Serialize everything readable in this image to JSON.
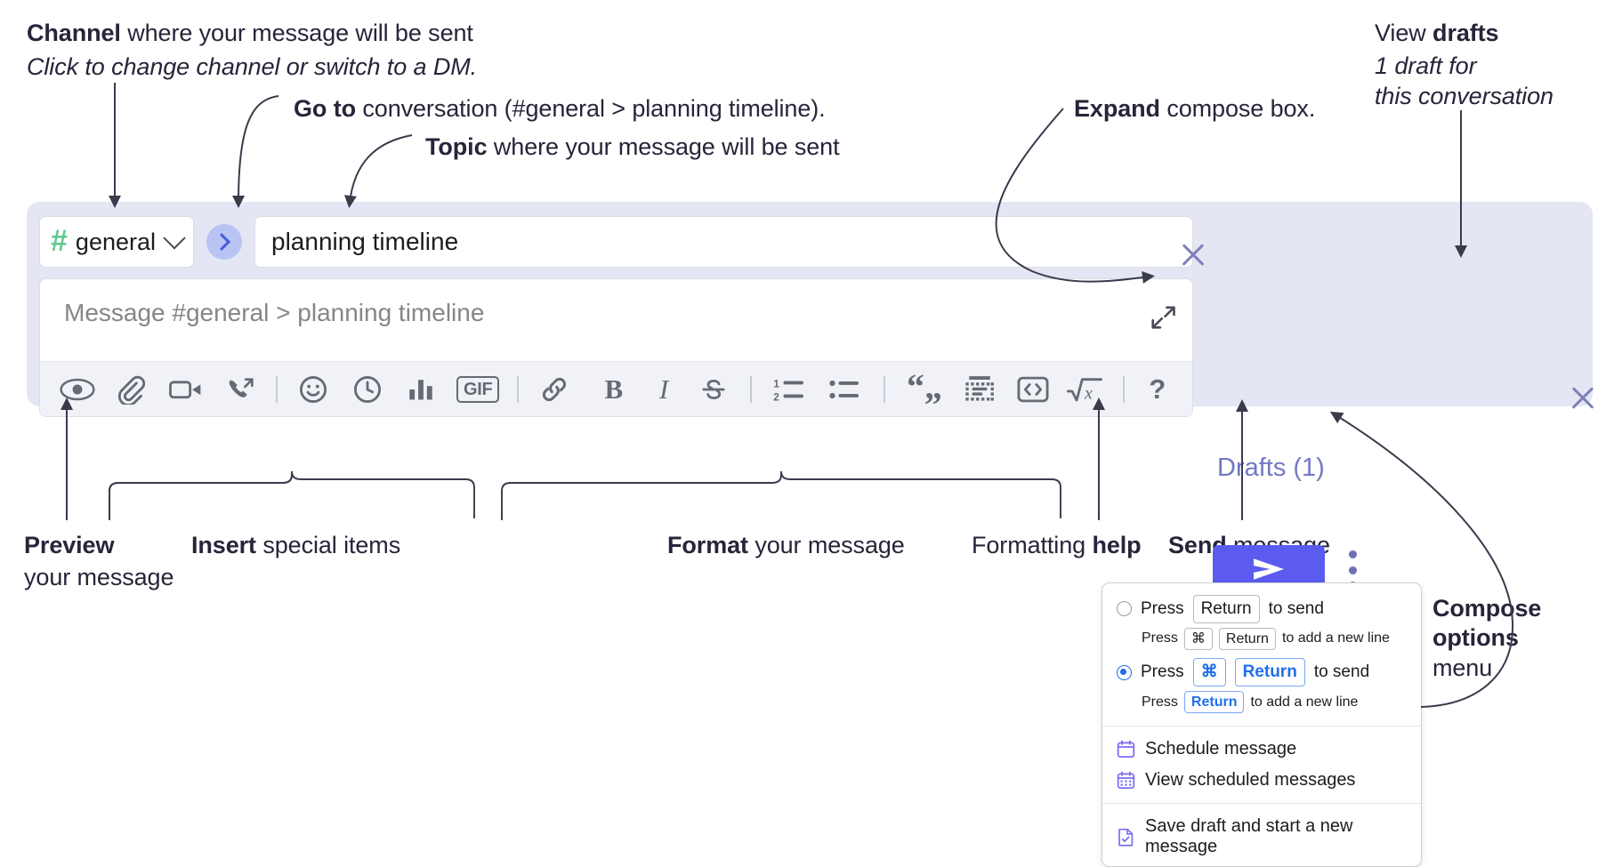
{
  "annotations": {
    "channel": {
      "bold": "Channel",
      "rest": " where your message will be sent",
      "italic": "Click to change channel or switch to a DM."
    },
    "goto": {
      "bold": "Go to",
      "rest": " conversation (#general > planning timeline)."
    },
    "topic": {
      "bold": "Topic",
      "rest": " where your message will be sent"
    },
    "expand": {
      "bold": "Expand",
      "rest": " compose box."
    },
    "drafts": {
      "pre": "View ",
      "bold": "drafts",
      "italic1": "1 draft for",
      "italic2": "this conversation"
    },
    "preview": {
      "bold": "Preview",
      "rest": "your message"
    },
    "insert": {
      "bold": "Insert",
      "rest": " special items"
    },
    "format": {
      "bold": "Format",
      "rest": " your message"
    },
    "help": {
      "pre": "Formatting ",
      "bold": "help"
    },
    "send": {
      "bold": "Send",
      "rest": " message"
    },
    "compose_options": {
      "bold1": "Compose",
      "bold2": "options",
      "rest": "menu"
    }
  },
  "compose": {
    "channel_name": "general",
    "channel_hash": "#",
    "topic_value": "planning timeline",
    "message_placeholder": "Message #general > planning timeline",
    "drafts_label": "Drafts (1)",
    "accent_color": "#5b5bf0",
    "panel_color": "#e4e6f3",
    "hash_color": "#5fc98f",
    "drafts_color": "#7178c4",
    "toolbar_icons": [
      {
        "name": "preview-eye-icon",
        "label": "Preview"
      },
      {
        "name": "paperclip-icon",
        "label": "Attach file"
      },
      {
        "name": "video-camera-icon",
        "label": "Record video clip"
      },
      {
        "name": "phone-forward-icon",
        "label": "Record audio clip"
      },
      {
        "name": "emoji-smiley-icon",
        "label": "Emoji"
      },
      {
        "name": "clock-icon",
        "label": "Reminder"
      },
      {
        "name": "bar-chart-icon",
        "label": "Poll"
      },
      {
        "name": "gif-icon",
        "label": "GIF"
      },
      {
        "name": "link-icon",
        "label": "Link"
      },
      {
        "name": "bold-icon",
        "label": "Bold"
      },
      {
        "name": "italic-icon",
        "label": "Italic"
      },
      {
        "name": "strikethrough-icon",
        "label": "Strikethrough"
      },
      {
        "name": "ordered-list-icon",
        "label": "Ordered list"
      },
      {
        "name": "bulleted-list-icon",
        "label": "Bulleted list"
      },
      {
        "name": "blockquote-icon",
        "label": "Blockquote"
      },
      {
        "name": "code-block-icon",
        "label": "Code block"
      },
      {
        "name": "inline-code-icon",
        "label": "Code"
      },
      {
        "name": "math-icon",
        "label": "Math"
      },
      {
        "name": "help-question-icon",
        "label": "Formatting help"
      }
    ],
    "gif_label": "GIF",
    "bold_label": "B",
    "italic_label": "I",
    "help_label": "?"
  },
  "menu": {
    "option1": {
      "pre": "Press",
      "key": "Return",
      "post": "to send"
    },
    "option1_sub": {
      "pre": "Press",
      "key1": "⌘",
      "key2": "Return",
      "post": "to add a new line"
    },
    "option2": {
      "pre": "Press",
      "key1": "⌘",
      "key2": "Return",
      "post": "to send"
    },
    "option2_sub": {
      "pre": "Press",
      "key": "Return",
      "post": "to add a new line"
    },
    "items": [
      {
        "icon": "calendar-clock-icon",
        "label": "Schedule message"
      },
      {
        "icon": "calendar-grid-icon",
        "label": "View scheduled messages"
      },
      {
        "icon": "save-draft-icon",
        "label": "Save draft and start a new message"
      }
    ]
  }
}
